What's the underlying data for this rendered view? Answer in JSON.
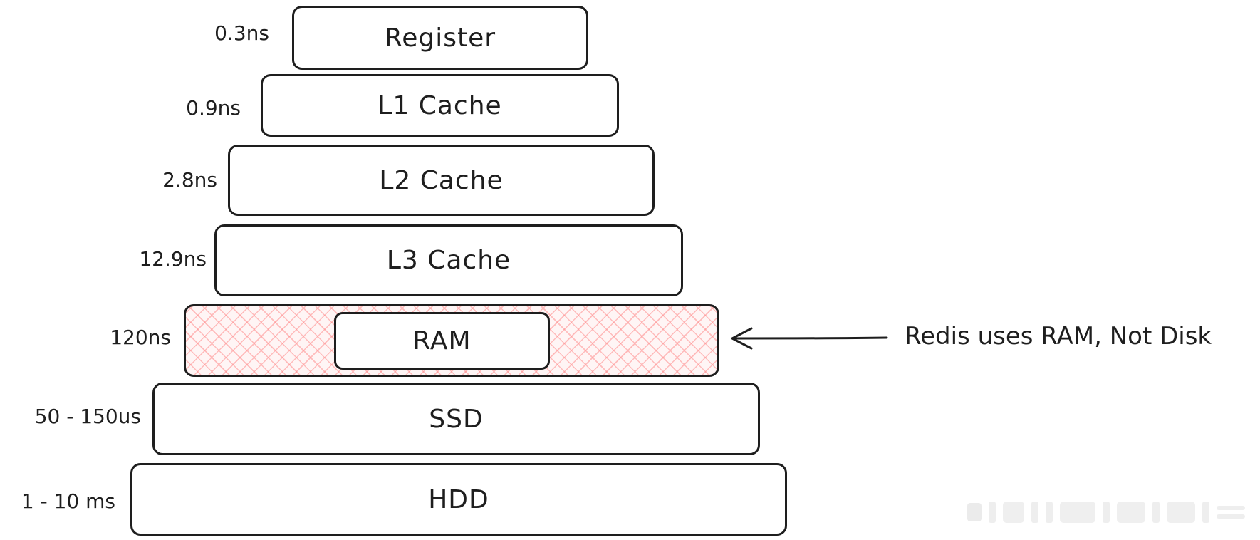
{
  "tiers": [
    {
      "name": "Register",
      "latency": "0.3ns"
    },
    {
      "name": "L1 Cache",
      "latency": "0.9ns"
    },
    {
      "name": "L2 Cache",
      "latency": "2.8ns"
    },
    {
      "name": "L3 Cache",
      "latency": "12.9ns"
    },
    {
      "name": "RAM",
      "latency": "120ns"
    },
    {
      "name": "SSD",
      "latency": "50 - 150us"
    },
    {
      "name": "HDD",
      "latency": "1 - 10 ms"
    }
  ],
  "annotation": {
    "text": "Redis uses RAM, Not Disk",
    "points_to": "RAM"
  },
  "colors": {
    "stroke": "#1e1e1e",
    "ram_hatch": "#ff8c8c",
    "background": "#ffffff"
  }
}
